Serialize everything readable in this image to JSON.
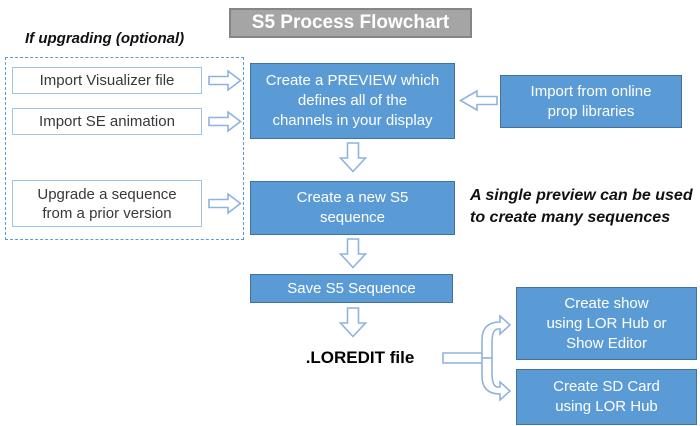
{
  "title": "S5 Process Flowchart",
  "colors": {
    "process_blue": "#5b9bd5",
    "process_blue_border": "#41719c",
    "title_gray": "#a5a5a5",
    "light_blue_outline": "#8fb2e0",
    "white_box_border": "#9dc3e6"
  },
  "notes": {
    "upgrade": "If upgrading (optional)",
    "preview": "A single preview can be used\nto create many sequences"
  },
  "upgrade_panel": {
    "items": [
      {
        "label": "Import Visualizer file"
      },
      {
        "label": "Import SE animation"
      },
      {
        "label": "Upgrade a sequence\nfrom a prior version"
      }
    ]
  },
  "flow": {
    "steps": [
      {
        "label": "Create a PREVIEW which\ndefines all of the\nchannels in your display"
      },
      {
        "label": "Create a new S5\nsequence"
      },
      {
        "label": "Save S5 Sequence"
      }
    ]
  },
  "side": {
    "import_props": "Import from online\nprop libraries"
  },
  "output": {
    "file_label": ".LOREDIT file"
  },
  "results": [
    {
      "label": "Create show\nusing LOR Hub or\nShow Editor"
    },
    {
      "label": "Create SD Card\nusing LOR Hub"
    }
  ]
}
